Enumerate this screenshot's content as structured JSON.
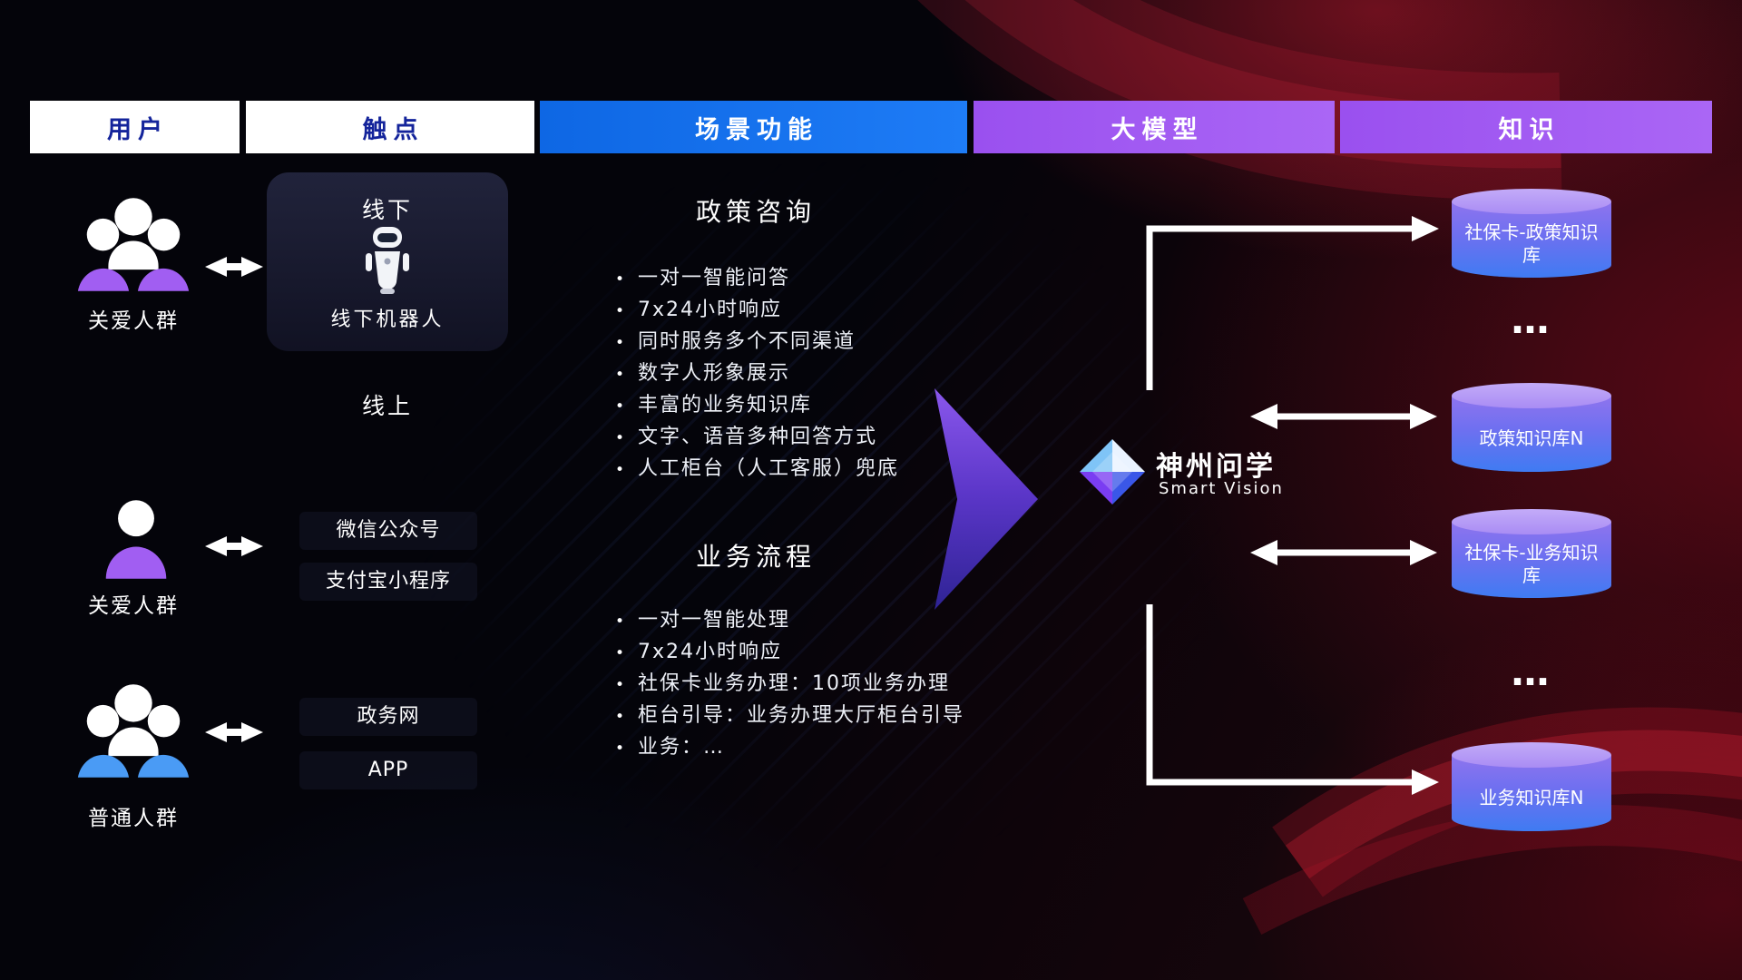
{
  "header": {
    "columns": [
      {
        "id": "users",
        "label": "用户"
      },
      {
        "id": "touchpoints",
        "label": "触点"
      },
      {
        "id": "scenario",
        "label": "场景功能"
      },
      {
        "id": "model",
        "label": "大模型"
      },
      {
        "id": "knowledge",
        "label": "知识"
      }
    ]
  },
  "users": {
    "group_care_1": "关爱人群",
    "person_care": "关爱人群",
    "group_general": "普通人群"
  },
  "touchpoints": {
    "offline_title": "线下",
    "offline_robot": "线下机器人",
    "online_title": "线上",
    "items": [
      "微信公众号",
      "支付宝小程序",
      "政务网",
      "APP"
    ]
  },
  "scenario": {
    "sections": [
      {
        "title": "政策咨询",
        "items": [
          "一对一智能问答",
          "7x24小时响应",
          "同时服务多个不同渠道",
          "数字人形象展示",
          "丰富的业务知识库",
          "文字、语音多种回答方式",
          "人工柜台（人工客服）兜底"
        ]
      },
      {
        "title": "业务流程",
        "items": [
          "一对一智能处理",
          "7x24小时响应",
          "社保卡业务办理：10项业务办理",
          "柜台引导：业务办理大厅柜台引导",
          "业务：…"
        ]
      }
    ]
  },
  "model": {
    "name": "神州问学",
    "subtitle": "Smart Vision"
  },
  "knowledge": {
    "databases": [
      "社保卡-政策知识库",
      "政策知识库N",
      "社保卡-业务知识库",
      "业务知识库N"
    ],
    "ellipsis": "…"
  },
  "icons": {
    "group_purple": "group-of-people-purple",
    "person_purple": "single-person-purple",
    "group_blue": "group-of-people-blue",
    "robot": "service-robot",
    "diamond_logo": "smart-vision-diamond-logo",
    "double_arrow": "bidirectional-arrow",
    "flow_arrow": "right-flow-arrow",
    "database": "knowledge-database-cylinder"
  },
  "colors": {
    "header_blue": "#1573f0",
    "header_purple": "#a15ef2",
    "header_text_dark": "#14249b",
    "cylinder_top": "#b49af6",
    "cylinder_body_top": "#8f74ee",
    "cylinder_body_bottom": "#3f7bf2",
    "accent_purple": "#8250e8",
    "accent_blue": "#4a9bf5",
    "background_red": "#9e0c20"
  }
}
